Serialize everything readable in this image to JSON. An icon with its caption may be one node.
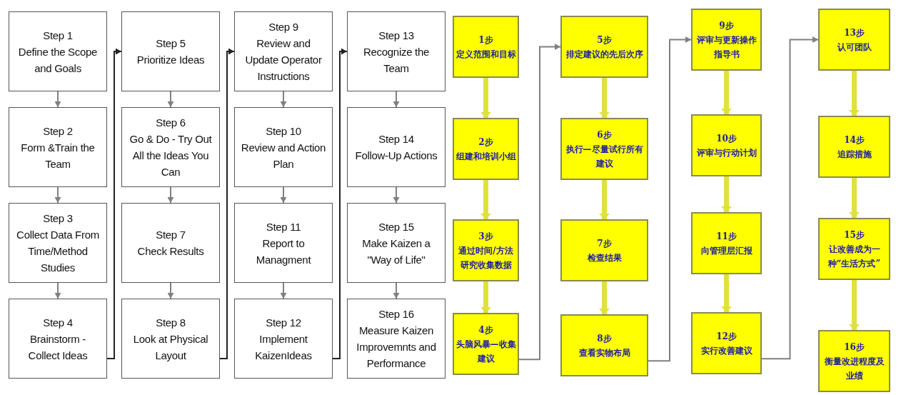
{
  "diagram": {
    "nodes": [
      {
        "text": [
          "Step 1",
          "Define the Scope and Goals"
        ]
      },
      {
        "text": [
          "Step 2",
          "Form &Train the Team"
        ]
      },
      {
        "text": [
          "Step 3",
          "Collect Data From Time/Method Studies"
        ]
      },
      {
        "text": [
          "Step 4",
          "Brainstorm - Collect Ideas"
        ]
      },
      {
        "text": [
          "Step 5",
          "Prioritize Ideas"
        ]
      },
      {
        "text": [
          "Step 6",
          "Go & Do - Try Out All the Ideas You Can"
        ]
      },
      {
        "text": [
          "Step 7",
          "Check Results"
        ]
      },
      {
        "text": [
          "Step 8",
          "Look at Physical Layout"
        ]
      },
      {
        "text": [
          "Step 9",
          "Review and Update Operator Instructions"
        ]
      },
      {
        "text": [
          "Step 10",
          "Review and Action Plan"
        ]
      },
      {
        "text": [
          "Step 11",
          "Report to Managment"
        ]
      },
      {
        "text": [
          "Step 12",
          "Implement KaizenIdeas"
        ]
      },
      {
        "text": [
          "Step 13",
          "Recognize the Team"
        ]
      },
      {
        "text": [
          "Step 14",
          "Follow-Up Actions"
        ]
      },
      {
        "text": [
          "Step 15",
          "Make Kaizen a \"Way of Life\""
        ]
      },
      {
        "text": [
          "Step 16",
          "Measure Kaizen Improvemnts and Performance"
        ]
      },
      {
        "text": [
          "1步",
          "定义范围和目标"
        ]
      },
      {
        "text": [
          "2步",
          "组建和培训小组"
        ]
      },
      {
        "text": [
          "3步",
          "通过时间/方法研究收集数据"
        ]
      },
      {
        "text": [
          "4步",
          "头脑风暴—收集建议"
        ]
      },
      {
        "text": [
          "5步",
          "排定建议的先后次序"
        ]
      },
      {
        "text": [
          "6步",
          "执行—尽量试行所有建议"
        ]
      },
      {
        "text": [
          "7步",
          "检查结果"
        ]
      },
      {
        "text": [
          "8步",
          "查看实物布局"
        ]
      },
      {
        "text": [
          "9步",
          "评审与更新操作指导书"
        ]
      },
      {
        "text": [
          "10步",
          "评审与行动计划"
        ]
      },
      {
        "text": [
          "11步",
          "向管理层汇报"
        ]
      },
      {
        "text": [
          "12步",
          "实行改善建议"
        ]
      },
      {
        "text": [
          "13步",
          "认可团队"
        ]
      },
      {
        "text": [
          "14步",
          "追踪措施"
        ]
      },
      {
        "text": [
          "15步",
          "让改善成为一种“生活方式”"
        ]
      },
      {
        "text": [
          "16步",
          "衡量改进程度及业绩"
        ]
      }
    ],
    "edges": [
      {
        "from": 0,
        "to": 1,
        "arrow": "to"
      },
      {
        "from": 1,
        "to": 2,
        "arrow": "to"
      },
      {
        "from": 2,
        "to": 3,
        "arrow": "to"
      },
      {
        "from": 3,
        "to": 4,
        "arrow": "to",
        "color": "#222222"
      },
      {
        "from": 4,
        "to": 5,
        "arrow": "to"
      },
      {
        "from": 5,
        "to": 6,
        "arrow": "to"
      },
      {
        "from": 6,
        "to": 7,
        "arrow": "to"
      },
      {
        "from": 7,
        "to": 8,
        "arrow": "to",
        "color": "#222222"
      },
      {
        "from": 8,
        "to": 9,
        "arrow": "to"
      },
      {
        "from": 9,
        "to": 10,
        "arrow": "to"
      },
      {
        "from": 10,
        "to": 11,
        "arrow": "to"
      },
      {
        "from": 11,
        "to": 12,
        "arrow": "to",
        "color": "#222222"
      },
      {
        "from": 12,
        "to": 13,
        "arrow": "to"
      },
      {
        "from": 13,
        "to": 14,
        "arrow": "to"
      },
      {
        "from": 14,
        "to": 15,
        "arrow": "to"
      },
      {
        "from": 16,
        "to": 17,
        "arrow": "to",
        "style": "thick",
        "color": "#e0e040"
      },
      {
        "from": 17,
        "to": 18,
        "arrow": "to",
        "style": "thick",
        "color": "#e0e040"
      },
      {
        "from": 18,
        "to": 19,
        "arrow": "to",
        "style": "thick",
        "color": "#e0e040"
      },
      {
        "from": 19,
        "to": 20,
        "arrow": "to"
      },
      {
        "from": 20,
        "to": 21,
        "arrow": "to",
        "style": "thick",
        "color": "#e0e040"
      },
      {
        "from": 21,
        "to": 22,
        "arrow": "to",
        "style": "thick",
        "color": "#e0e040"
      },
      {
        "from": 22,
        "to": 23,
        "arrow": "to",
        "style": "thick",
        "color": "#e0e040"
      },
      {
        "from": 23,
        "to": 24,
        "arrow": "to"
      },
      {
        "from": 24,
        "to": 25,
        "arrow": "to",
        "style": "thick",
        "color": "#e0e040"
      },
      {
        "from": 25,
        "to": 26,
        "arrow": "to",
        "style": "thick",
        "color": "#e0e040"
      },
      {
        "from": 26,
        "to": 27,
        "arrow": "to",
        "style": "thick",
        "color": "#e0e040"
      },
      {
        "from": 27,
        "to": 28,
        "arrow": "to"
      },
      {
        "from": 28,
        "to": 29,
        "arrow": "to",
        "style": "thick",
        "color": "#e0e040"
      },
      {
        "from": 29,
        "to": 30,
        "arrow": "to",
        "style": "thick",
        "color": "#e0e040"
      },
      {
        "from": 30,
        "to": 31,
        "arrow": "to",
        "style": "thick",
        "color": "#e0e040"
      }
    ]
  }
}
